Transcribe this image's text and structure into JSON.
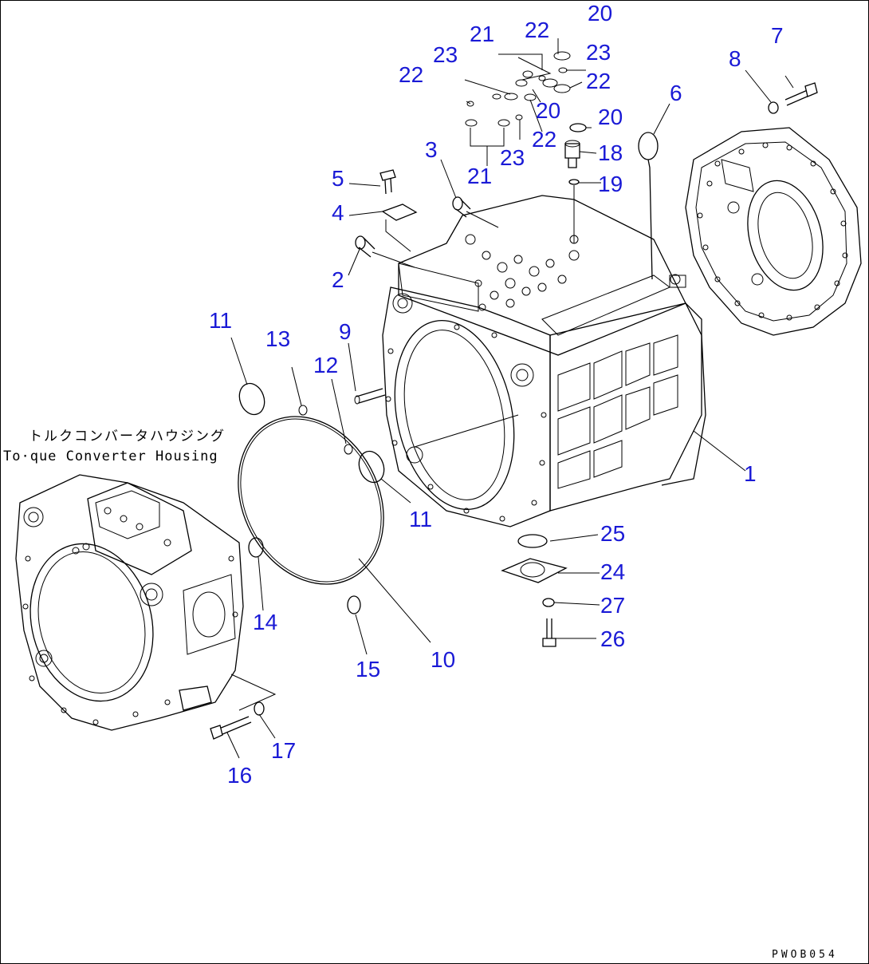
{
  "caption": {
    "japanese": "トルクコンバータハウジング",
    "english": "To·que Converter Housing"
  },
  "drawing_code": "PWOB054",
  "callouts": [
    {
      "id": "c-20a",
      "text": "20"
    },
    {
      "id": "c-22a",
      "text": "22"
    },
    {
      "id": "c-21a",
      "text": "21"
    },
    {
      "id": "c-23a",
      "text": "23"
    },
    {
      "id": "c-23b",
      "text": "23"
    },
    {
      "id": "c-22b",
      "text": "22"
    },
    {
      "id": "c-22c",
      "text": "22"
    },
    {
      "id": "c-20b",
      "text": "20"
    },
    {
      "id": "c-20c",
      "text": "20"
    },
    {
      "id": "c-22d",
      "text": "22"
    },
    {
      "id": "c-23c",
      "text": "23"
    },
    {
      "id": "c-21b",
      "text": "21"
    },
    {
      "id": "c-18",
      "text": "18"
    },
    {
      "id": "c-19",
      "text": "19"
    },
    {
      "id": "c-6",
      "text": "6"
    },
    {
      "id": "c-7",
      "text": "7"
    },
    {
      "id": "c-8",
      "text": "8"
    },
    {
      "id": "c-3",
      "text": "3"
    },
    {
      "id": "c-5",
      "text": "5"
    },
    {
      "id": "c-4",
      "text": "4"
    },
    {
      "id": "c-2",
      "text": "2"
    },
    {
      "id": "c-1",
      "text": "1"
    },
    {
      "id": "c-11a",
      "text": "11"
    },
    {
      "id": "c-13",
      "text": "13"
    },
    {
      "id": "c-9",
      "text": "9"
    },
    {
      "id": "c-12",
      "text": "12"
    },
    {
      "id": "c-11b",
      "text": "11"
    },
    {
      "id": "c-25",
      "text": "25"
    },
    {
      "id": "c-24",
      "text": "24"
    },
    {
      "id": "c-27",
      "text": "27"
    },
    {
      "id": "c-26",
      "text": "26"
    },
    {
      "id": "c-14",
      "text": "14"
    },
    {
      "id": "c-10",
      "text": "10"
    },
    {
      "id": "c-15",
      "text": "15"
    },
    {
      "id": "c-17",
      "text": "17"
    },
    {
      "id": "c-16",
      "text": "16"
    }
  ]
}
